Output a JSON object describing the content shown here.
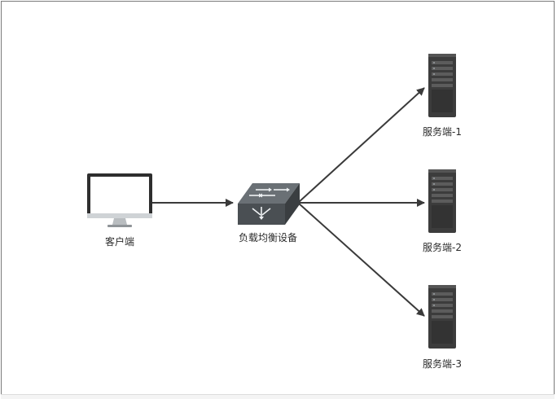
{
  "nodes": {
    "client": {
      "label": "客户端",
      "icon": "monitor-icon"
    },
    "load_balancer": {
      "label": "负载均衡设备",
      "icon": "network-switch-icon"
    },
    "server_1": {
      "label": "服务端-1",
      "icon": "server-icon"
    },
    "server_2": {
      "label": "服务端-2",
      "icon": "server-icon"
    },
    "server_3": {
      "label": "服务端-3",
      "icon": "server-icon"
    }
  },
  "edges": [
    {
      "from": "client",
      "to": "load_balancer"
    },
    {
      "from": "load_balancer",
      "to": "server_1"
    },
    {
      "from": "load_balancer",
      "to": "server_2"
    },
    {
      "from": "load_balancer",
      "to": "server_3"
    }
  ],
  "colors": {
    "edge": "#3a3a3a",
    "server_body": "#3c3c3c",
    "switch_body": "#555a5e",
    "monitor_screen": "#ffffff",
    "monitor_frame": "#2e2e2e"
  }
}
